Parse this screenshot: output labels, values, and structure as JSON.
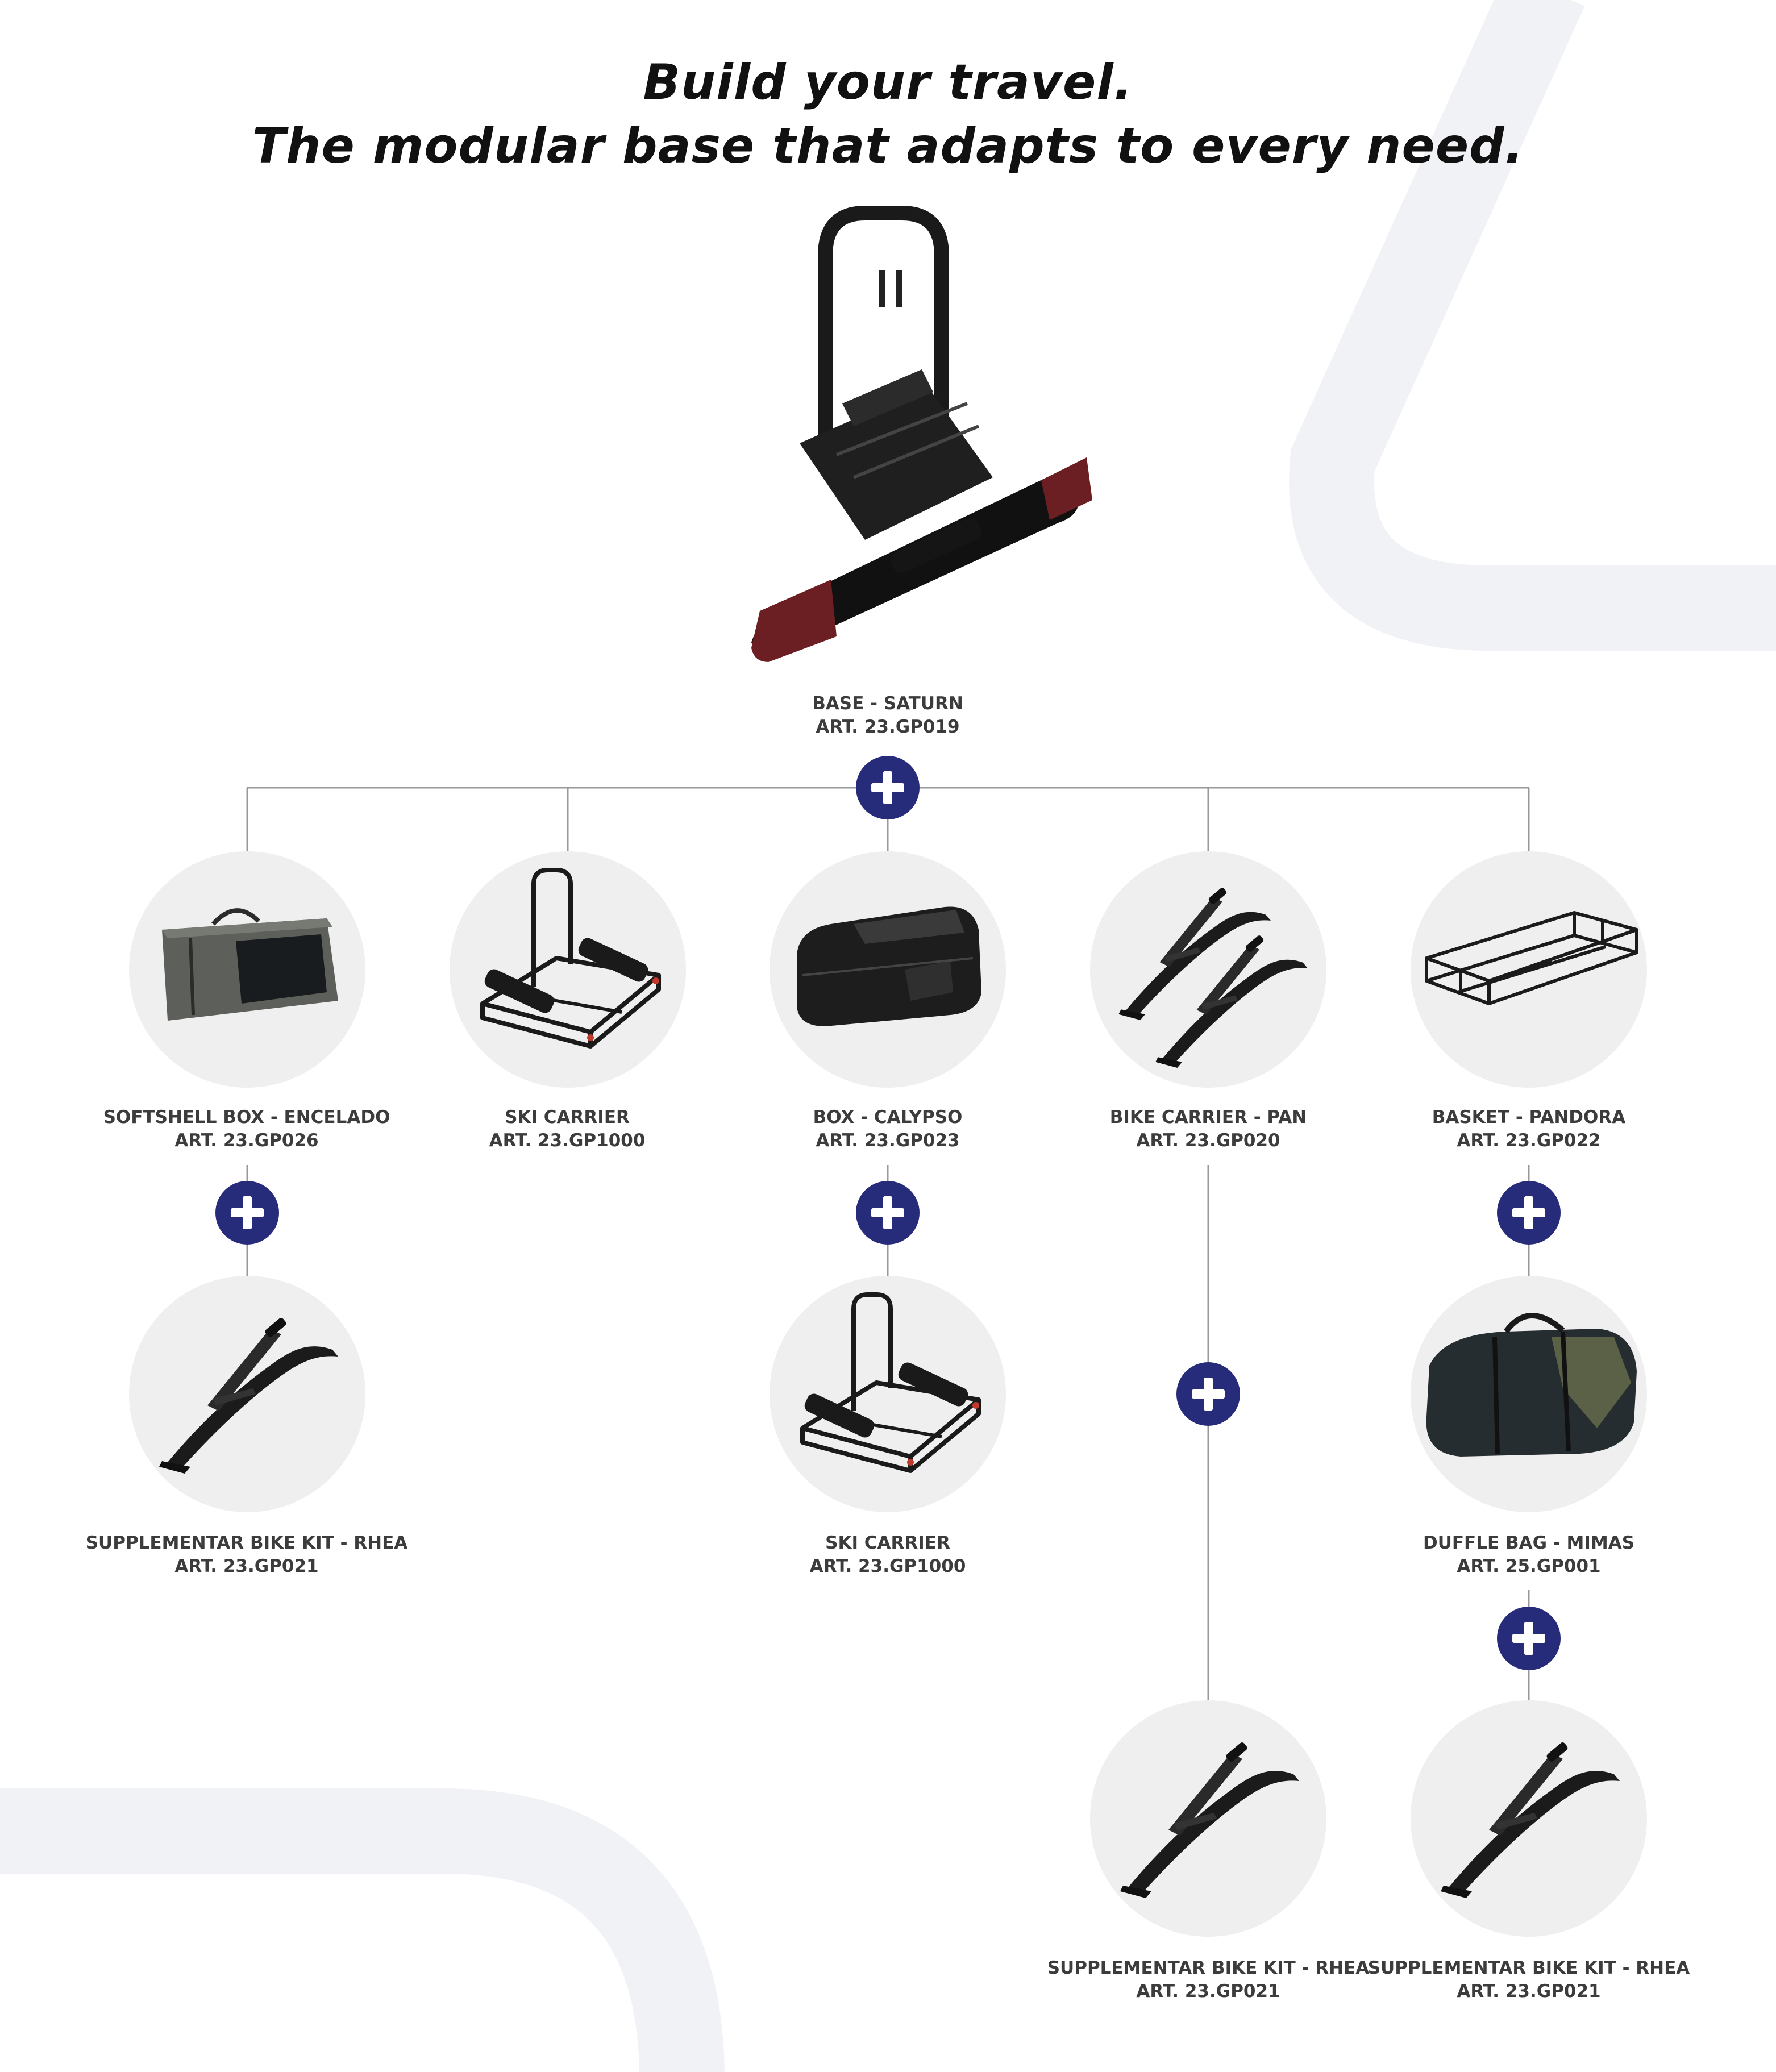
{
  "header": {
    "line1": "Build your travel.",
    "line2": "The modular base that adapts to every need."
  },
  "colors": {
    "plus_badge": "#262c7a",
    "connector": "#999999",
    "circle_bg": "#efefef",
    "decor_band": "#f1f2f6",
    "label_text": "#3c3c3c"
  },
  "base": {
    "name": "BASE - SATURN",
    "art": "ART. 23.GP019",
    "icon": "tow-bar-bike-carrier-base"
  },
  "products": [
    {
      "name": "SOFTSHELL BOX - ENCELADO",
      "art": "ART. 23.GP026",
      "icon": "softshell-bag-icon"
    },
    {
      "name": "SKI CARRIER",
      "art": "ART. 23.GP1000",
      "icon": "ski-carrier-icon"
    },
    {
      "name": "BOX - CALYPSO",
      "art": "ART. 23.GP023",
      "icon": "cargo-box-icon"
    },
    {
      "name": "BIKE CARRIER - PAN",
      "art": "ART. 23.GP020",
      "icon": "bike-rails-icon"
    },
    {
      "name": "BASKET - PANDORA",
      "art": "ART. 23.GP022",
      "icon": "basket-icon"
    },
    {
      "name": "SUPPLEMENTAR BIKE KIT - RHEA",
      "art": "ART. 23.GP021",
      "icon": "bike-rail-icon"
    },
    {
      "name": "SKI CARRIER",
      "art": "ART. 23.GP1000",
      "icon": "ski-carrier-icon"
    },
    {
      "name": "DUFFLE BAG - MIMAS",
      "art": "ART. 25.GP001",
      "icon": "duffle-bag-icon"
    },
    {
      "name": "SUPPLEMENTAR BIKE KIT - RHEA",
      "art": "ART. 23.GP021",
      "icon": "bike-rail-icon"
    },
    {
      "name": "SUPPLEMENTAR BIKE KIT - RHEA",
      "art": "ART. 23.GP021",
      "icon": "bike-rail-icon"
    }
  ]
}
